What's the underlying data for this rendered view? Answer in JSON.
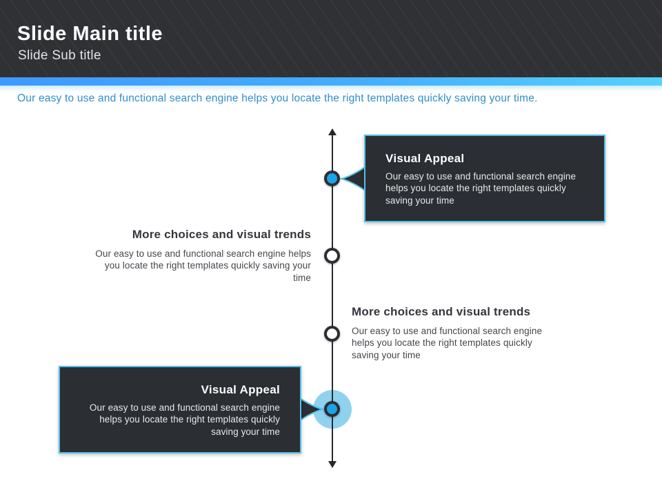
{
  "slide": {
    "title": "Slide Main title",
    "subtitle": "Slide Sub title",
    "description": "Our easy to use and functional search engine helps you locate the right templates quickly saving your time."
  },
  "timeline": {
    "items": [
      {
        "title": "Visual Appeal",
        "body": "Our easy to use and functional search engine helps you locate the right templates quickly saving your time",
        "side": "right",
        "variant": "callout",
        "node": "blue"
      },
      {
        "title": "More choices and visual trends",
        "body": "Our easy to use and functional search engine helps you locate the right templates quickly saving your time",
        "side": "left",
        "variant": "plain",
        "node": "white"
      },
      {
        "title": "More choices and visual trends",
        "body": "Our easy to use and functional search engine helps you locate the right templates quickly saving your time",
        "side": "right",
        "variant": "plain",
        "node": "white"
      },
      {
        "title": "Visual Appeal",
        "body": "Our easy to use and functional search engine helps you locate the right templates quickly saving your time",
        "side": "left",
        "variant": "callout",
        "node": "blue-halo"
      }
    ]
  },
  "colors": {
    "header_bg": "#2f3135",
    "accent_bar_start": "#3e9afd",
    "accent_bar_end": "#55d2fb",
    "description_text": "#2e8ecd",
    "box_bg": "#2b2e33",
    "box_border": "#55c0ea",
    "node_blue": "#1ba3e8",
    "node_ring": "#2b2e33",
    "node_halo": "#8fd2ef",
    "dark_text": "#33363b"
  }
}
